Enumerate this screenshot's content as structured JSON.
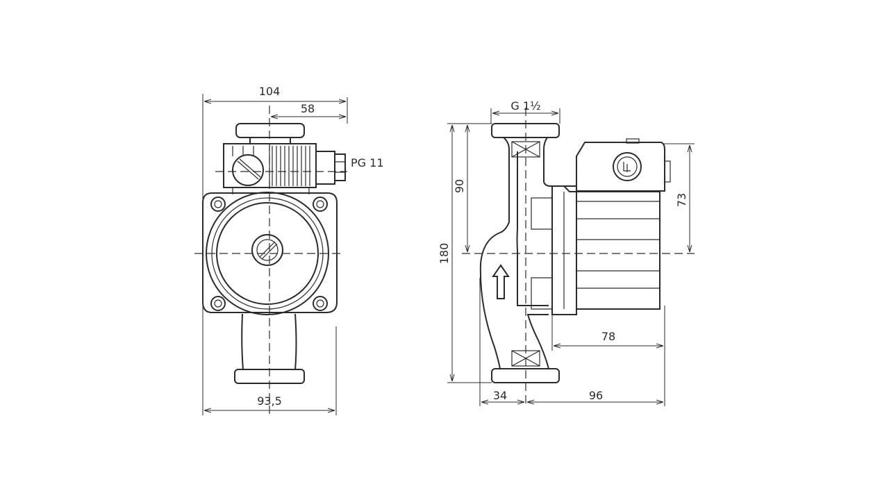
{
  "front_view": {
    "dim_total_width": "104",
    "dim_offset": "58",
    "cable_gland": "PG 11",
    "dim_body_width": "93,5"
  },
  "side_view": {
    "dim_thread": "G 1½",
    "dim_length": "180",
    "dim_half_length": "90",
    "dim_motor_height": "73",
    "dim_motor_length": "78",
    "dim_axis_to_pipe": "34",
    "dim_axis_to_end": "96"
  }
}
